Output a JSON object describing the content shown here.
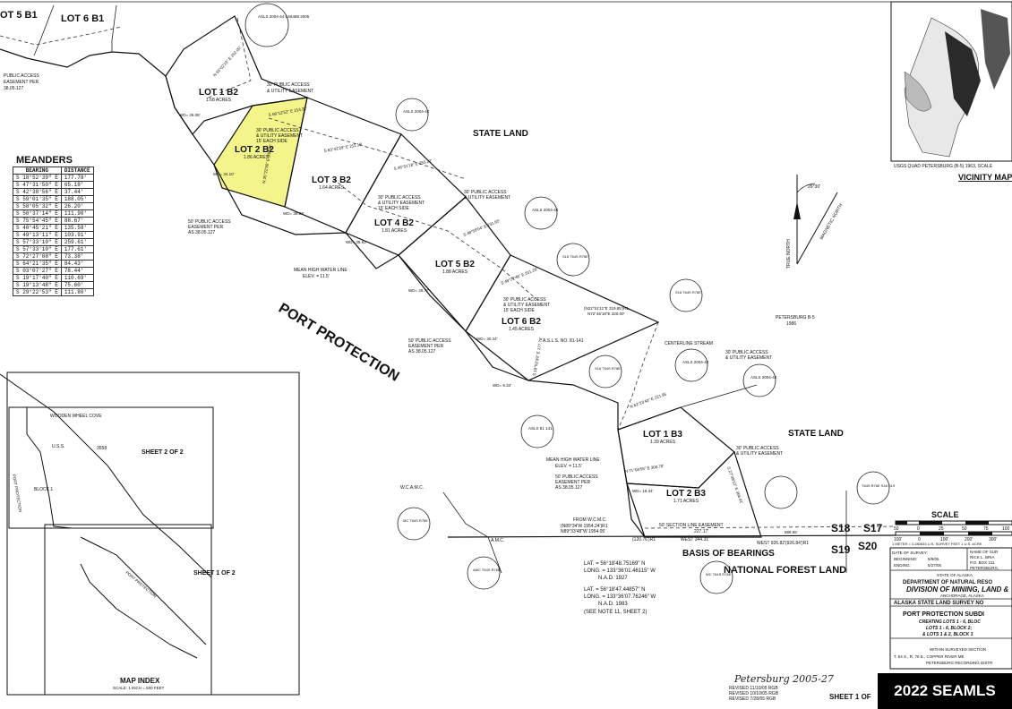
{
  "lots": {
    "lot5b1": "OT 5 B1",
    "lot6b1": "LOT 6 B1",
    "lot1b2": "LOT 1 B2",
    "lot1b2_area": "1.68 ACRES",
    "lot2b2": "LOT 2 B2",
    "lot2b2_area": "1.86 ACRES",
    "lot3b2": "LOT 3 B2",
    "lot3b2_area": "1.64 ACRES",
    "lot4b2": "LOT 4 B2",
    "lot4b2_area": "1.81 ACRES",
    "lot5b2": "LOT 5 B2",
    "lot5b2_area": "1.88 ACRES",
    "lot6b2": "LOT 6 B2",
    "lot6b2_area": "1.45 ACRES",
    "lot1b3": "LOT 1 B3",
    "lot1b3_area": "1.39 ACRES",
    "lot2b3": "LOT 2 B3",
    "lot2b3_area": "1.71 ACRES"
  },
  "labels": {
    "state_land_1": "STATE LAND",
    "state_land_2": "STATE LAND",
    "national_forest": "NATIONAL FOREST LAND",
    "port_protection": "PORT PROTECTION",
    "basis_of_bearings": "BASIS OF BEARINGS",
    "centerline_stream": "CENTERLINE STREAM",
    "mhwl_1": "MEAN HIGH WATER LINE",
    "mhwl_1_elev": "ELEV. = 11.5'",
    "mhwl_2": "MEAN HIGH WATER LINE",
    "mhwl_2_elev": "ELEV. = 11.5'",
    "public_access_1": "PUBLIC ACCESS",
    "public_access_1b": "EASEMENT PER",
    "public_access_1c": "38.05.127",
    "pa_easement_a": "30' PUBLIC ACCESS",
    "pa_easement_a2": "& UTILITY EASEMENT",
    "pa_easement_b": "30' PUBLIC ACCESS",
    "pa_easement_b2": "& UTILITY EASEMENT",
    "pa_easement_b3": "15' EACH SIDE",
    "pa_easement_c": "30' PUBLIC ACCESS",
    "pa_easement_c2": "& UTILITY EASEMENT",
    "pa_easement_c3": "15' EACH SIDE",
    "pa_easement_d": "30' PUBLIC ACCESS",
    "pa_easement_d2": "& UTILITY EASEMENT",
    "pa_easement_e": "30' PUBLIC ACCESS",
    "pa_easement_e2": "& UTILITY EASEMENT",
    "pa_easement_e3": "15' EACH SIDE",
    "pa_50_a": "50' PUBLIC ACCESS",
    "pa_50_a2": "EASEMENT PER",
    "pa_50_a3": "AS 38.05.127",
    "pa_50_b": "50' PUBLIC ACCESS",
    "pa_50_b2": "EASEMENT PER",
    "pa_50_b3": "AS 38.05.127",
    "pa_50_c": "50' PUBLIC ACCESS",
    "pa_50_c2": "EASEMENT PER",
    "pa_50_c3": "AS 38.05.127",
    "pa_30_f": "30' PUBLIC ACCESS",
    "pa_30_f2": "& UTILITY EASEMENT",
    "pa_30_g": "30' PUBLIC ACCESS",
    "pa_30_g2": "& UTILITY EASEMENT",
    "section_line": "50' SECTION LINE EASEMENT",
    "asls": "A.S.L.S. NO. 81-141",
    "wcamc": "W.C.A.M.C.",
    "amc": "A.M.C.",
    "from_wcmc": "FROM W.C.M.C.",
    "from_wcmc_r1": "(N89°34'W 1954.24')R1",
    "from_wcmc_r2": "N89°33'48\"W  1954.05'",
    "dist_227": "227.17'",
    "dist_120": "(120.76')R1",
    "west_344": "WEST  344.31'",
    "west_926": "WEST  926.82'(926.84')R1",
    "s18": "S18",
    "s17": "S17",
    "s19": "S19",
    "s20": "S20",
    "true_north": "TRUE NORTH",
    "magnetic_north": "MAGNETIC NORTH",
    "decl": "26°30'",
    "petersburg_quad": "PETERSBURG B-5",
    "petersburg_quad_year": "1986",
    "lat1": "LAT.  =  56°18'48.75169\" N",
    "long1": "LONG. = 133°36'01.46115\" W",
    "nad1": "N.A.D. 1927",
    "lat2": "LAT.  =  56°18'47.44857\" N",
    "long2": "LONG. = 133°36'07.76246\" W",
    "nad2": "N.A.D. 1983",
    "note": "(SEE NOTE 11, SHEET 2)",
    "usgs": "USGS QUAD PETERSBURG (B-5) 1963,  SCALE",
    "vicinity": "VICINITY MAP"
  },
  "meanders": {
    "title": "MEANDERS",
    "headers": [
      "BEARING",
      "DISTANCE"
    ],
    "rows": [
      [
        "S 18°52'39\" E",
        "177.78'"
      ],
      [
        "S 47°31'50\" E",
        "65.18'"
      ],
      [
        "S 42°38'56\" E",
        "37.44'"
      ],
      [
        "S 59°01'35\" E",
        "188.05'"
      ],
      [
        "S 58°05'32\" E",
        "26.20'"
      ],
      [
        "S 50°37'14\" E",
        "111.90'"
      ],
      [
        "S 75°54'45\" E",
        "88.67'"
      ],
      [
        "S 40°45'21\" E",
        "135.58'"
      ],
      [
        "S 49°13'11\" E",
        "103.91'"
      ],
      [
        "S 57°33'10\" E",
        "259.61'"
      ],
      [
        "S 57°33'10\" E",
        "177.61'"
      ],
      [
        "S 72°27'08\" E",
        "73.38'"
      ],
      [
        "S 64°21'35\" E",
        "84.43'"
      ],
      [
        "S 03°07'27\" E",
        "78.44'"
      ],
      [
        "S 19°17'40\" E",
        "110.69'"
      ],
      [
        "S 19°13'48\" E",
        "75.60'"
      ],
      [
        "S 29°22'53\" E",
        "111.80'"
      ]
    ]
  },
  "map_index": {
    "title": "MAP INDEX",
    "scale": "SCALE: 1 INCH = 500 FEET",
    "sheet2": "SHEET 2 OF 2",
    "sheet1": "SHEET 1 OF 2",
    "wooden_wheel_cove": "WOODEN WHEEL COVE",
    "uss": "U.S.S.",
    "uss_no": "3558",
    "port_protection_a": "PORT PROTECTION",
    "port_protection_b": "PORT PROTECTION",
    "block": "BLOCK 1"
  },
  "scale_block": {
    "title": "SCALE",
    "ticks": [
      "50",
      "0",
      "25",
      "50",
      "75",
      "100"
    ],
    "ticks_ft": [
      "100'",
      "0",
      "100'",
      "200'",
      "300'"
    ],
    "meter_note": "1 METER = 3.280833 U.S. SURVEY FEET   1 U.S. ACRE"
  },
  "title_block": {
    "date_survey": "DATE OF SURVEY:",
    "beginning": "BEGINNING:",
    "beginning_val": "5/9/05",
    "ending": "ENDING:",
    "ending_val": "5/27/05",
    "name_of_sur": "NAME OF SUR",
    "surveyor": "RICK L. BRIA",
    "po_box": "P.O. BOX 211",
    "petersburg": "PETERSBURG,",
    "state": "STATE OF ALASKA",
    "dept": "DEPARTMENT OF NATURAL RESO",
    "division": "DIVISION OF MINING, LAND &",
    "anchorage": "ANCHORAGE, ALASKA",
    "asls_title": "ALASKA STATE LAND SURVEY NO",
    "subdiv": "PORT PROTECTION SUBDI",
    "creating": "CREATING LOTS 1 - 6, BLOC",
    "lots": "LOTS 1 - 6, BLOCK 2;",
    "lots2": "& LOTS 1 & 2, BLOCK 3",
    "within": "WITHIN SURVEYED SECTION",
    "twp": "T. 64 S., R. 76 E., COPPER RIVER ME",
    "district": "PETERSBURG RECORDING DISTR"
  },
  "footer": {
    "signature": "Petersburg 2005-27",
    "rev1": "REVISED 11/10/05 RGB",
    "rev2": "REVISED 10/10/05 RGB",
    "rev3": "REVISED 7/28/05 RGB",
    "sheet": "SHEET 1 OF",
    "seamls": "2022 SEAMLS"
  },
  "monuments": {
    "m1": "ASLS 2004-44 LS5488 2005",
    "m2": "ASLS 2004-44",
    "m3": "ASLS 2004-44",
    "m4": "S18 T64S R76E",
    "m5": "S18 T64S R76E",
    "m6": "S18 T64S R76E",
    "m7": "ASLS 81 141",
    "m8": "ASLS 2004-44",
    "m9": "ASLS 2004-44",
    "m10": "T64S R76E S18 S19",
    "m11": "MC T64S R76E",
    "m12": "AMC T64S R76E",
    "m13": "WC T64S R76E"
  },
  "dims": {
    "wd1": "WD= 34.10'",
    "wd2": "WD= 39.23'",
    "wd3": "WD= 38.53'",
    "wd4": "WD= 28.77'",
    "wd5": "WD= 30.24'",
    "wd6": "WD= 9.34'",
    "wd7": "WD= 26.08'",
    "wd8": "WD= 18.34'",
    "b1": "S 58°12'52\" E  213.32'",
    "b2": "S 63°42'29\" E  211.19'",
    "b3": "S 46°51'18\" E  253.27'",
    "b4": "N 55°02'23\" E 252.00'",
    "b5": "S 48°58'04\" E 231.65'",
    "b6": "S 48°27'46\" E 201.26'",
    "b7": "(N22°51'11\"E  319.85')R1",
    "b8": "N72°46'18\"E  320.00'",
    "b9": "N 71°04'55\" E  300.78'",
    "b10": "N 62°23'40\" E 221.95",
    "b11": "889.65'",
    "b12": "S 27°39'12\" E 366.91'",
    "b13": "N 35°22'36\" E 300.60'",
    "b14": "S 18°52'39\" E 177.78'"
  },
  "colors": {
    "highlight": "#f3f58a",
    "line": "#111111"
  }
}
